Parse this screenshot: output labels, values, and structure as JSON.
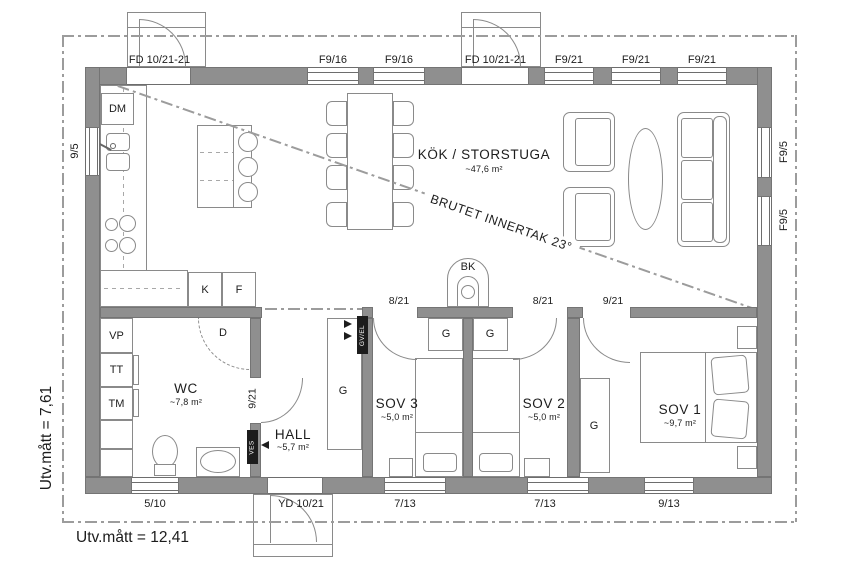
{
  "dimensions": {
    "width_label": "Utv.mått = 12,41",
    "height_label": "Utv.mått = 7,61"
  },
  "rooms": {
    "kitchen": {
      "name": "KÖK / STORSTUGA",
      "area": "~47,6 m²",
      "ceiling_note": "BRUTET INNERTAK 23°"
    },
    "wc": {
      "name": "WC",
      "area": "~7,8 m²"
    },
    "hall": {
      "name": "HALL",
      "area": "~5,7 m²"
    },
    "sov1": {
      "name": "SOV 1",
      "area": "~9,7 m²"
    },
    "sov2": {
      "name": "SOV 2",
      "area": "~5,0 m²"
    },
    "sov3": {
      "name": "SOV 3",
      "area": "~5,0 m²"
    }
  },
  "openings": {
    "top": [
      "FD 10/21-21",
      "F9/16",
      "F9/16",
      "FD 10/21-21",
      "F9/21",
      "F9/21",
      "F9/21"
    ],
    "bottom": [
      "5/10",
      "YD 10/21",
      "7/13",
      "7/13",
      "9/13"
    ],
    "left": [
      "9/5"
    ],
    "right": [
      "F9/5",
      "F9/5"
    ],
    "interior": {
      "wc_door": "9/21",
      "wc_inner_door": "D",
      "sov3_door": "8/21",
      "sov2_door": "8/21",
      "sov1_door": "9/21"
    }
  },
  "fixtures": {
    "dishwasher": "DM",
    "fridge": "K",
    "freezer": "F",
    "water_heater": "VP",
    "dryer": "TT",
    "washer": "TM",
    "fireplace": "BK",
    "wardrobe": "G",
    "heating_tag": "GV/EL",
    "vent_tag": "VES"
  }
}
